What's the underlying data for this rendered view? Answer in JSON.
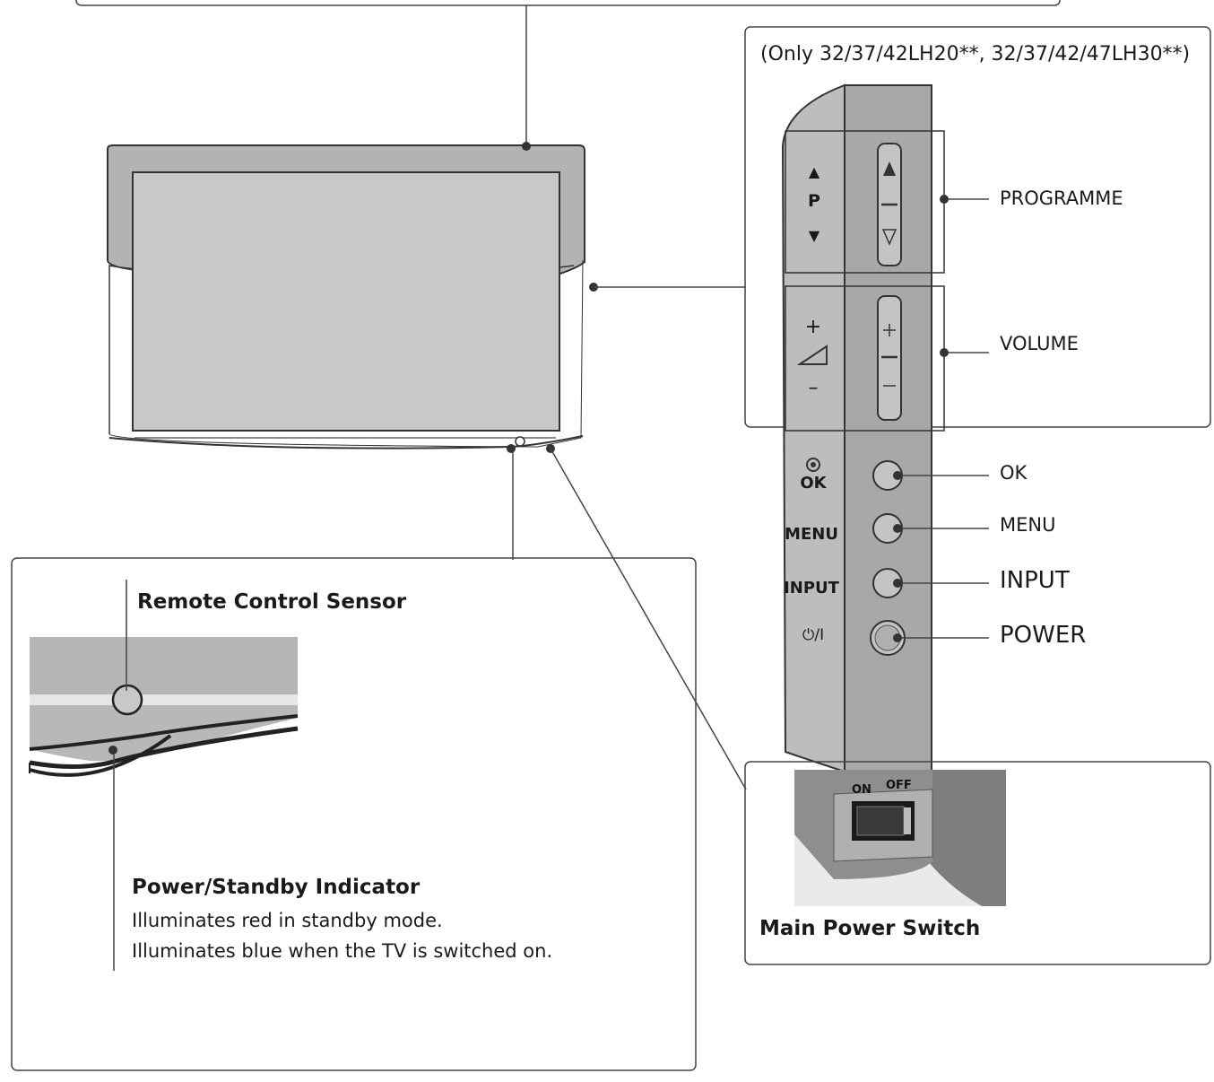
{
  "model_note": "(Only 32/37/42LH20**, 32/37/42/47LH30**)",
  "panel_labels": {
    "p": "P",
    "ok": "OK",
    "menu": "MENU",
    "input": "INPUT",
    "power_symbol": "⏻/I",
    "up_arrow": "▲",
    "down_arrow": "▼",
    "plus": "+",
    "minus": "–"
  },
  "callouts": {
    "programme": "PROGRAMME",
    "volume": "VOLUME",
    "ok": "OK",
    "menu": "MENU",
    "input": "INPUT",
    "power": "POWER"
  },
  "sensor": {
    "title": "Remote Control Sensor",
    "indicator_title": "Power/Standby Indicator",
    "indicator_line1": "Illuminates red in standby mode.",
    "indicator_line2": "Illuminates blue when the TV is switched on."
  },
  "switch": {
    "on": "ON",
    "off": "OFF",
    "caption": "Main Power Switch"
  }
}
